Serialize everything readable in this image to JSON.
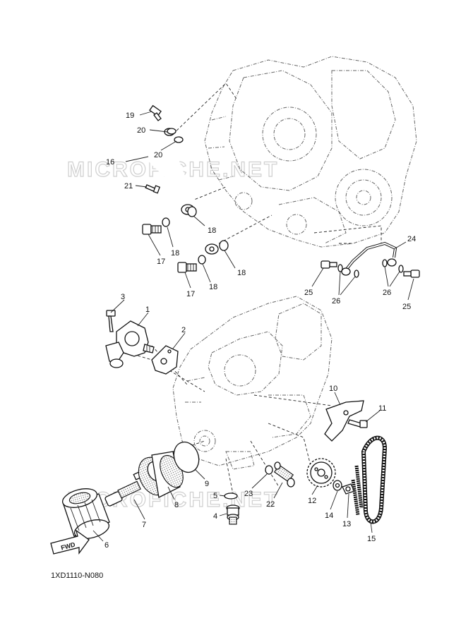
{
  "watermark": "MICROFICHE.NET",
  "diagram_code": "1XD1110-N080",
  "fwd_label": "FWD",
  "callouts": {
    "c1": "1",
    "c2": "2",
    "c3": "3",
    "c4": "4",
    "c5": "5",
    "c6": "6",
    "c7": "7",
    "c8": "8",
    "c9": "9",
    "c10": "10",
    "c11": "11",
    "c12": "12",
    "c13": "13",
    "c14": "14",
    "c15": "15",
    "c16": "16",
    "c17a": "17",
    "c17b": "17",
    "c18a": "18",
    "c18b": "18",
    "c18c": "18",
    "c18d": "18",
    "c19": "19",
    "c20a": "20",
    "c20b": "20",
    "c21": "21",
    "c22": "22",
    "c23": "23",
    "c24": "24",
    "c25a": "25",
    "c25b": "25",
    "c26a": "26",
    "c26b": "26"
  }
}
